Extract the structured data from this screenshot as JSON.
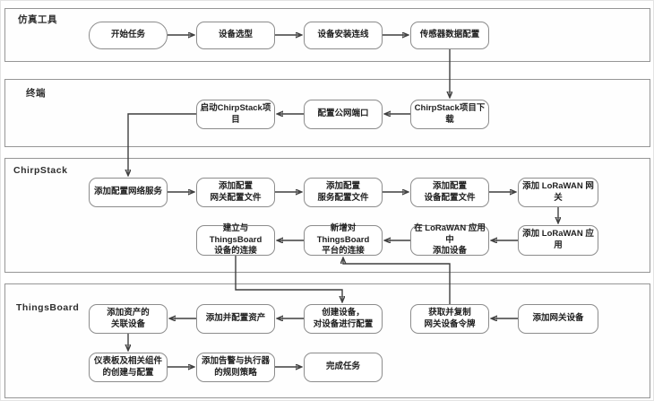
{
  "diagram": {
    "title": "LoRaWAN simulation task flowchart",
    "colors": {
      "background": "#ffffff",
      "lane_border": "#969696",
      "box_border": "#8c8c8c",
      "arrow": "#3f3f3f"
    },
    "lanes": [
      {
        "label": "仿真工具"
      },
      {
        "label": "终端"
      },
      {
        "label": "ChirpStack"
      },
      {
        "label": "ThingsBoard"
      }
    ],
    "nodes": [
      {
        "id": "start",
        "label": "开始任务"
      },
      {
        "id": "device-select",
        "label": "设备选型"
      },
      {
        "id": "device-install",
        "label": "设备安装连线"
      },
      {
        "id": "sensor-data-config",
        "label": "传感器数据配置"
      },
      {
        "id": "launch-chirpstack",
        "label": "启动ChirpStack项目"
      },
      {
        "id": "public-port-config",
        "label": "配置公网端口"
      },
      {
        "id": "chirpstack-download",
        "label": "ChirpStack项目下载"
      },
      {
        "id": "add-network-service",
        "label": "添加配置网络服务"
      },
      {
        "id": "add-gateway-profile",
        "label": "添加配置\n网关配置文件"
      },
      {
        "id": "add-service-profile",
        "label": "添加配置\n服务配置文件"
      },
      {
        "id": "add-device-profile",
        "label": "添加配置\n设备配置文件"
      },
      {
        "id": "add-lorawan-gateway",
        "label": "添加 LoRaWAN 网关"
      },
      {
        "id": "establish-tb-device-connection",
        "label": "建立与ThingsBoard\n设备的连接"
      },
      {
        "id": "new-tb-platform-connection",
        "label": "新增对ThingsBoard\n平台的连接"
      },
      {
        "id": "add-device-in-app",
        "label": "在 LoRaWAN 应用中\n添加设备"
      },
      {
        "id": "add-lorawan-app",
        "label": "添加 LoRaWAN 应用"
      },
      {
        "id": "add-asset-related-devices",
        "label": "添加资产的\n关联设备"
      },
      {
        "id": "add-configure-asset",
        "label": "添加并配置资产"
      },
      {
        "id": "create-configure-device",
        "label": "创建设备，\n对设备进行配置"
      },
      {
        "id": "copy-gateway-token",
        "label": "获取并复制\n网关设备令牌"
      },
      {
        "id": "add-gateway-device",
        "label": "添加网关设备"
      },
      {
        "id": "dashboard-components",
        "label": "仪表板及相关组件\n的创建与配置"
      },
      {
        "id": "alarm-actuator-rules",
        "label": "添加告警与执行器\n的规则策略"
      },
      {
        "id": "finish",
        "label": "完成任务"
      }
    ]
  }
}
